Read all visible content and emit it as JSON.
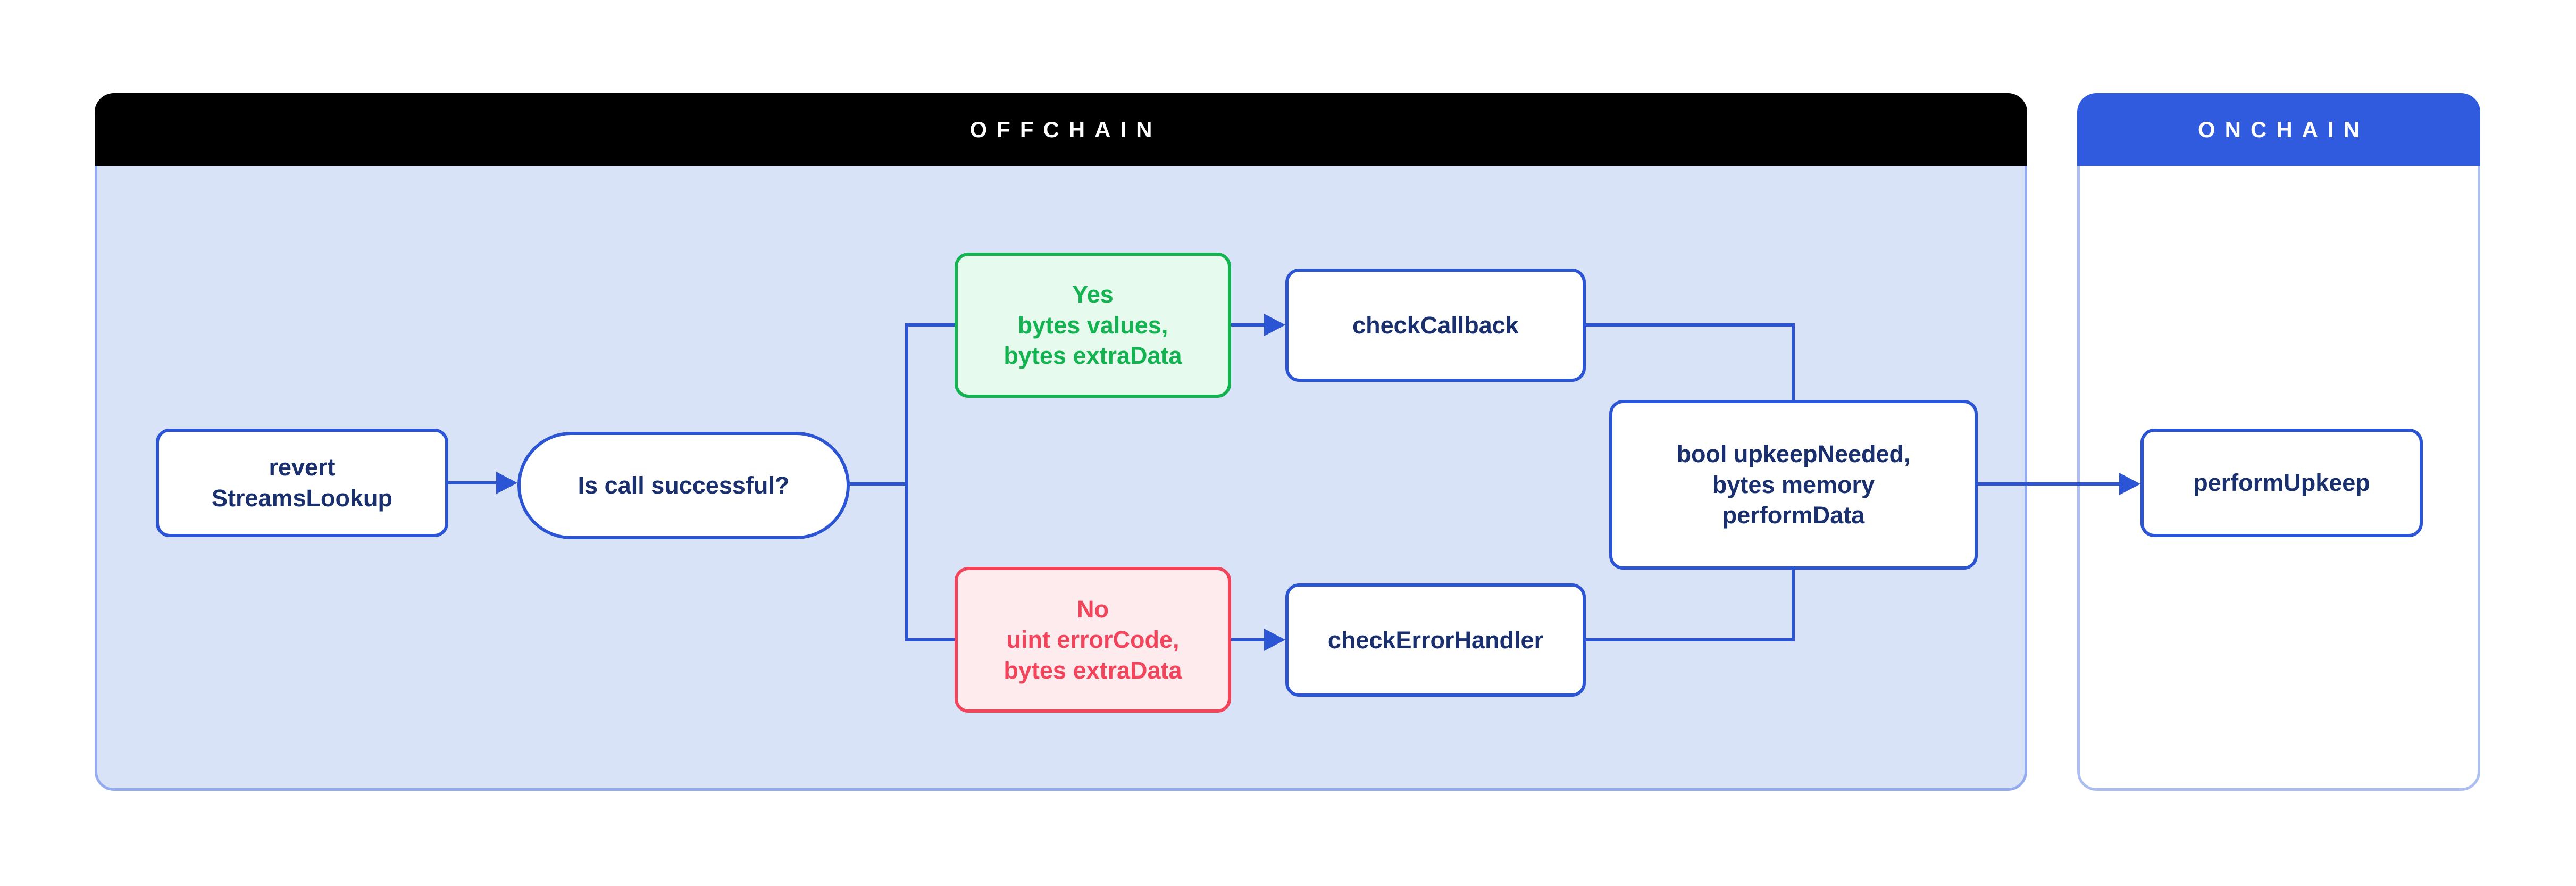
{
  "panels": {
    "offchain": {
      "label": "OFFCHAIN",
      "header_color": "#000000",
      "body_color": "#D9E3F8",
      "border_color": "#94ABEF"
    },
    "onchain": {
      "label": "ONCHAIN",
      "header_color": "#315BDF",
      "body_color": "#FFFFFF",
      "border_color": "#ADBEF2"
    }
  },
  "nodes": {
    "revert_streams_lookup": {
      "lines": [
        "revert",
        "StreamsLookup"
      ],
      "shape": "rect",
      "color": "blue"
    },
    "is_call_successful": {
      "label": "Is call successful?",
      "shape": "pill",
      "color": "blue"
    },
    "yes_branch": {
      "lines": [
        "Yes",
        "bytes values,",
        "bytes extraData"
      ],
      "shape": "rect",
      "color": "green"
    },
    "check_callback": {
      "label": "checkCallback",
      "shape": "rect",
      "color": "blue"
    },
    "no_branch": {
      "lines": [
        "No",
        "uint errorCode,",
        "bytes extraData"
      ],
      "shape": "rect",
      "color": "red"
    },
    "check_error_handler": {
      "label": "checkErrorHandler",
      "shape": "rect",
      "color": "blue"
    },
    "upkeep_needed": {
      "lines": [
        "bool upkeepNeeded,",
        "bytes memory",
        "performData"
      ],
      "shape": "rect",
      "color": "blue"
    },
    "perform_upkeep": {
      "label": "performUpkeep",
      "shape": "rect",
      "color": "blue"
    }
  },
  "edges": [
    {
      "from": "revert_streams_lookup",
      "to": "is_call_successful",
      "arrow": true
    },
    {
      "from": "is_call_successful",
      "to": "yes_branch",
      "arrow": false
    },
    {
      "from": "is_call_successful",
      "to": "no_branch",
      "arrow": false
    },
    {
      "from": "yes_branch",
      "to": "check_callback",
      "arrow": true
    },
    {
      "from": "no_branch",
      "to": "check_error_handler",
      "arrow": true
    },
    {
      "from": "check_callback",
      "to": "upkeep_needed",
      "arrow": false
    },
    {
      "from": "check_error_handler",
      "to": "upkeep_needed",
      "arrow": false
    },
    {
      "from": "upkeep_needed",
      "to": "perform_upkeep",
      "arrow": true
    }
  ],
  "colors": {
    "connector_blue": "#2B55D4",
    "navy_text": "#1A2F6E",
    "green": "#14B351",
    "green_bg": "#E6FAEE",
    "red": "#F2455C",
    "red_bg": "#FDEBEE",
    "offchain_bg": "#D9E3F8",
    "page_bg": "#FFFFFF"
  }
}
